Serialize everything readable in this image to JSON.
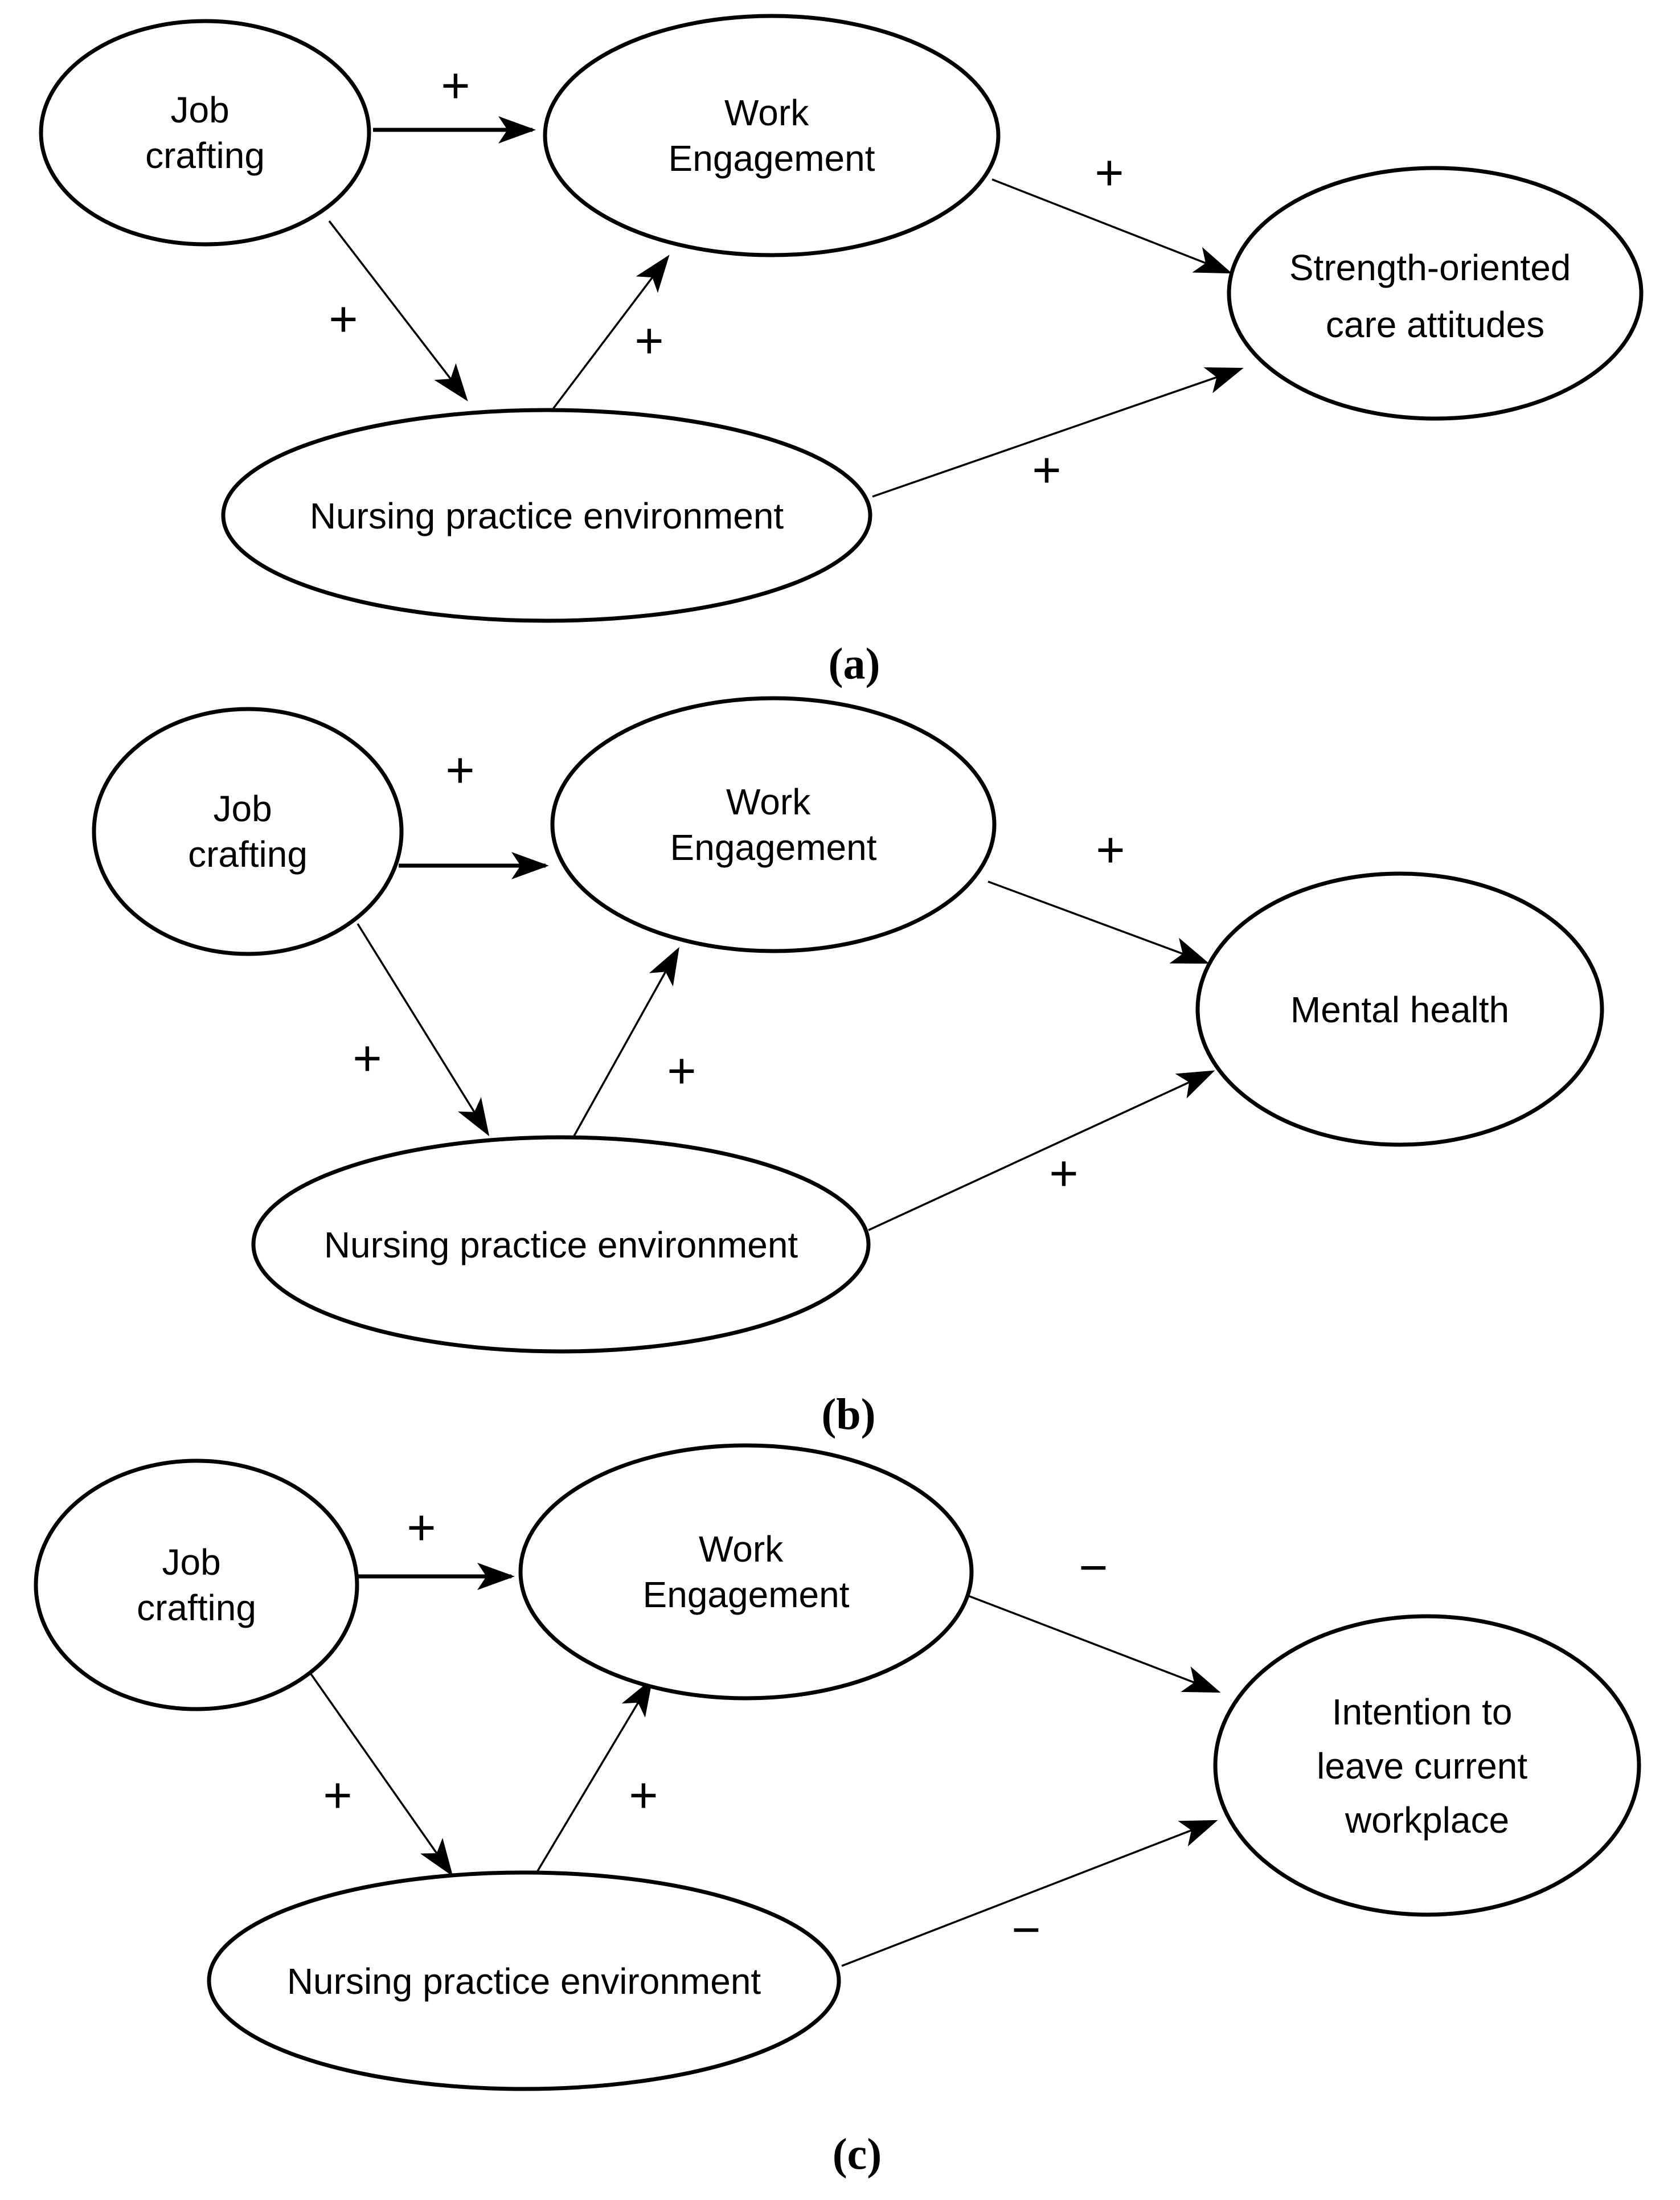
{
  "figure": {
    "background": "#ffffff",
    "ink": "#000000",
    "type": "path-diagram"
  },
  "panels": [
    {
      "label": "(a)",
      "nodes": {
        "job_crafting": {
          "line1": "Job",
          "line2": "crafting"
        },
        "work_engagement": {
          "line1": "Work",
          "line2": "Engagement"
        },
        "nursing_practice_environment": {
          "text": "Nursing practice environment"
        },
        "outcome": {
          "line1": "Strength-oriented",
          "line2": "care attitudes"
        }
      },
      "signs": {
        "job_to_engagement": "+",
        "job_to_environment": "+",
        "environment_to_engagement": "+",
        "engagement_to_outcome": "+",
        "environment_to_outcome": "+"
      }
    },
    {
      "label": "(b)",
      "nodes": {
        "job_crafting": {
          "line1": "Job",
          "line2": "crafting"
        },
        "work_engagement": {
          "line1": "Work",
          "line2": "Engagement"
        },
        "nursing_practice_environment": {
          "text": "Nursing practice environment"
        },
        "outcome": {
          "line1": "Mental health"
        }
      },
      "signs": {
        "job_to_engagement": "+",
        "job_to_environment": "+",
        "environment_to_engagement": "+",
        "engagement_to_outcome": "+",
        "environment_to_outcome": "+"
      }
    },
    {
      "label": "(c)",
      "nodes": {
        "job_crafting": {
          "line1": "Job",
          "line2": "crafting"
        },
        "work_engagement": {
          "line1": "Work",
          "line2": "Engagement"
        },
        "nursing_practice_environment": {
          "text": "Nursing practice environment"
        },
        "outcome": {
          "line1": "Intention to",
          "line2": "leave current",
          "line3": "workplace"
        }
      },
      "signs": {
        "job_to_engagement": "+",
        "job_to_environment": "+",
        "environment_to_engagement": "+",
        "engagement_to_outcome": "−",
        "environment_to_outcome": "−"
      }
    }
  ]
}
